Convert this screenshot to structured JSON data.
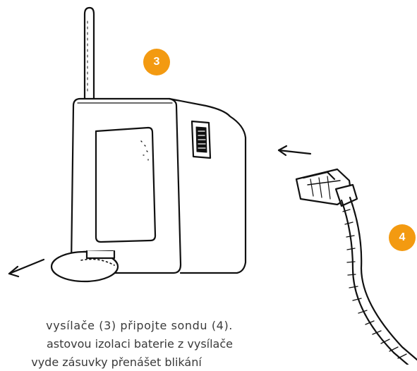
{
  "colors": {
    "badge": "#f39a11",
    "ink": "#111111",
    "text": "#3a3a3a"
  },
  "badges": {
    "transmitter": "3",
    "probe": "4"
  },
  "instructions": {
    "line1": "vysílače (3) připojte sondu (4).",
    "line2": "astovou izolaci baterie z vysílače",
    "line3": "vyde      zásuvky    přenášet blikání"
  },
  "icons": {
    "transmitter": "transmitter-device-icon",
    "antenna": "antenna-icon",
    "connector": "rj-connector-icon",
    "arrow_left": "arrow-left-icon",
    "arrow_down_left": "arrow-down-left-icon"
  }
}
